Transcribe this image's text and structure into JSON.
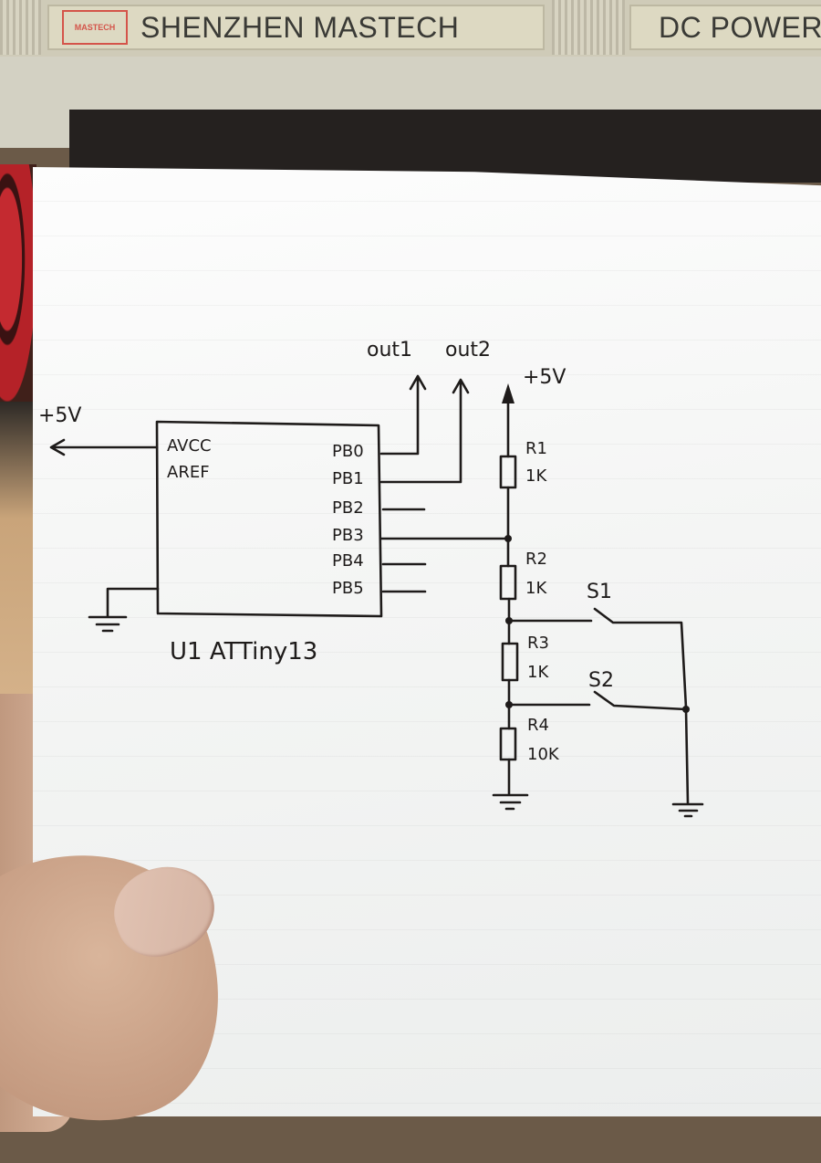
{
  "background": {
    "device_plate_brand": "SHENZHEN MASTECH",
    "device_plate_logo": "MASTECH",
    "device_plate_product": "DC POWER",
    "colors": {
      "ink": "#1e1b1a",
      "paper": "#f7f8f7",
      "logo_red": "#d4544a",
      "device_panel": "#d3d1c3",
      "screen": "#25211f"
    }
  },
  "schematic": {
    "ic": {
      "designator_label": "U1 ATTiny13",
      "left_pins": [
        "AVCC",
        "AREF"
      ],
      "right_pins": [
        "PB0",
        "PB1",
        "PB2",
        "PB3",
        "PB4",
        "PB5"
      ]
    },
    "power_left": "+5V",
    "power_right": "+5V",
    "outputs": [
      "out1",
      "out2"
    ],
    "resistors": [
      {
        "name": "R1",
        "value": "1K"
      },
      {
        "name": "R2",
        "value": "1K"
      },
      {
        "name": "R3",
        "value": "1K"
      },
      {
        "name": "R4",
        "value": "10K"
      }
    ],
    "switches": [
      "S1",
      "S2"
    ],
    "connections": [
      "AVCC -> +5V",
      "PB0 -> out1",
      "PB1 -> out2",
      "PB3 -> node between R1 and R2",
      "+5V -> R1 -> R2 -> R3 -> R4 -> GND",
      "S1: node R2/R3 -> GND",
      "S2: node R3/R4 -> GND",
      "U1 GND pin -> GND"
    ]
  }
}
